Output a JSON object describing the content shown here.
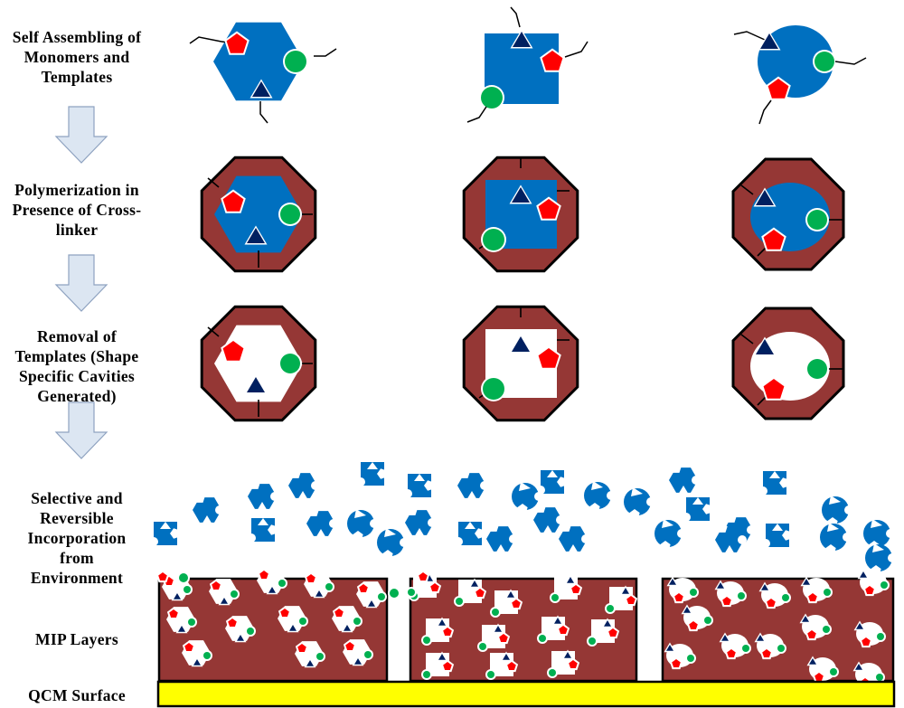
{
  "steps": [
    {
      "label_lines": [
        "Self Assembling of",
        "Monomers and",
        "Templates"
      ]
    },
    {
      "label_lines": [
        "Polymerization in",
        "Presence of Cross-",
        "linker"
      ]
    },
    {
      "label_lines": [
        "Removal of",
        "Templates (Shape",
        "Specific Cavities",
        "Generated)"
      ]
    },
    {
      "label_lines": [
        "Selective and",
        "Reversible",
        "Incorporation",
        "from",
        "Environment"
      ]
    },
    {
      "label_lines": [
        "MIP Layers"
      ]
    },
    {
      "label_lines": [
        "QCM Surface"
      ]
    }
  ],
  "template_shapes": [
    "hexagon",
    "square",
    "circle"
  ],
  "colors": {
    "template": "#0070C0",
    "polymer": "#953735",
    "pentagon_monomer": "#FF0000",
    "circle_monomer": "#00B050",
    "triangle_monomer": "#002060",
    "qcm_surface": "#FFFF00",
    "arrow_fill": "#DCE6F2",
    "arrow_stroke": "#8EA2C0"
  },
  "icons": {
    "step_arrow": "down-arrow-icon",
    "pentagon": "pentagon-monomer-icon",
    "circle": "circle-monomer-icon",
    "triangle": "triangle-monomer-icon"
  }
}
